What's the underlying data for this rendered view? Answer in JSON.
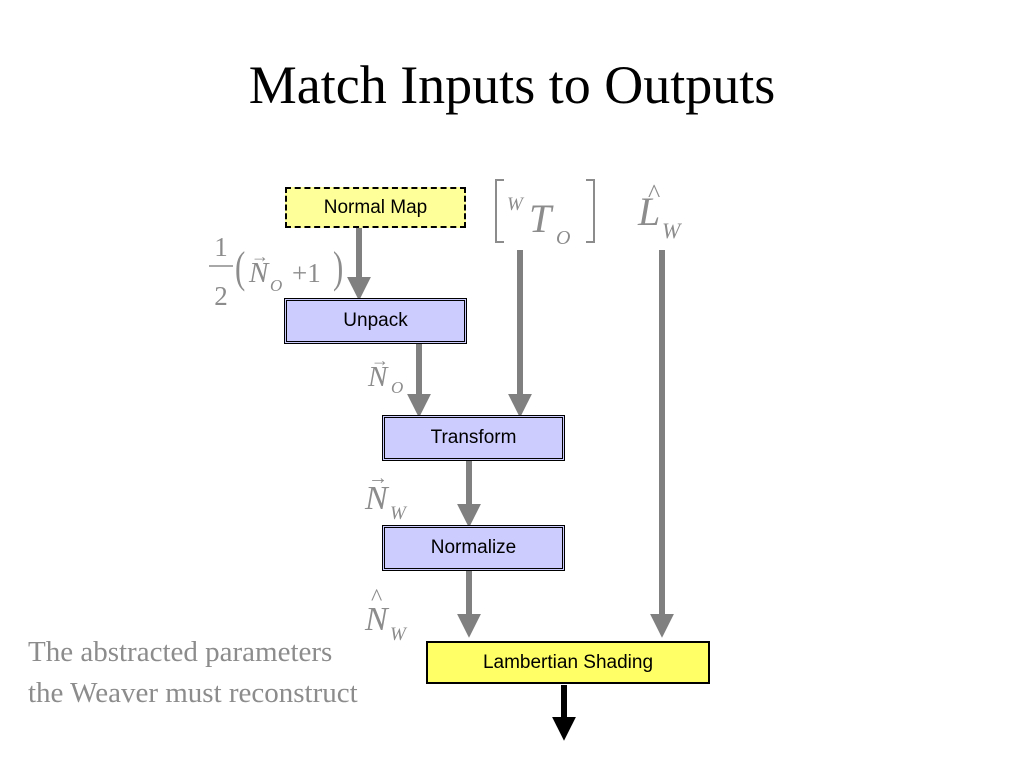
{
  "slide": {
    "title": "Match Inputs to Outputs",
    "note": "The abstracted parameters the Weaver must reconstruct"
  },
  "nodes": {
    "normal_map": "Normal Map",
    "unpack": "Unpack",
    "transform": "Transform",
    "normalize": "Normalize",
    "lambertian": "Lambertian Shading"
  },
  "math": {
    "unpack_formula": {
      "numerator": "1",
      "denominator": "2",
      "variable": "N",
      "subscript": "O",
      "plus_term": "+1"
    },
    "transform_matrix": {
      "superscript": "W",
      "variable": "T",
      "subscript": "O"
    },
    "light_vector": {
      "variable": "L",
      "subscript": "W"
    },
    "normal_object": {
      "variable": "N",
      "subscript": "O"
    },
    "normal_world": {
      "variable": "N",
      "subscript": "W"
    },
    "normal_world_normalized": {
      "variable": "N",
      "subscript": "W"
    }
  },
  "colors": {
    "arrow_gray": "#808080",
    "arrow_black": "#000000",
    "math_gray": "#8c8c8c",
    "box_yellow_light": "#ffff99",
    "box_yellow": "#ffff66",
    "box_blue": "#ccccff"
  }
}
